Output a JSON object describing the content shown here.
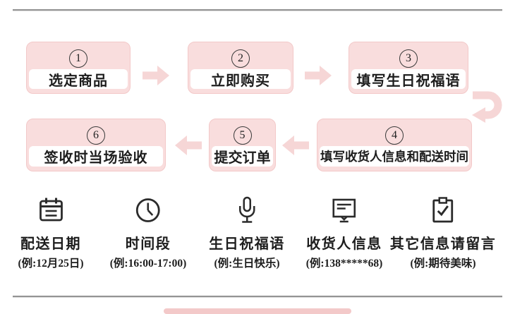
{
  "theme": {
    "box_fill": "#f9dddd",
    "box_border": "#f3c9c9",
    "arrow_color": "#f6d6d6",
    "divider_color": "#949494",
    "text_color": "#1d1d1d",
    "icon_color": "#2b2b2b"
  },
  "flow": {
    "steps_row1": [
      {
        "num": "1",
        "label": "选定商品"
      },
      {
        "num": "2",
        "label": "立即购买"
      },
      {
        "num": "3",
        "label": "填写生日祝福语"
      }
    ],
    "steps_row2": [
      {
        "num": "6",
        "label": "签收时当场验收"
      },
      {
        "num": "5",
        "label": "提交订单"
      },
      {
        "num": "4",
        "label": "填写收货人信息和配送时间"
      }
    ]
  },
  "legend": {
    "items": [
      {
        "icon": "calendar-icon",
        "label": "配送日期",
        "example": "(例:12月25日)"
      },
      {
        "icon": "clock-icon",
        "label": "时间段",
        "example": "(例:16:00-17:00)"
      },
      {
        "icon": "microphone-icon",
        "label": "生日祝福语",
        "example": "(例:生日快乐)"
      },
      {
        "icon": "message-icon",
        "label": "收货人信息",
        "example": "(例:138*****68)"
      },
      {
        "icon": "clipboard-check-icon",
        "label": "其它信息请留言",
        "example": "(例:期待美味)"
      }
    ]
  }
}
